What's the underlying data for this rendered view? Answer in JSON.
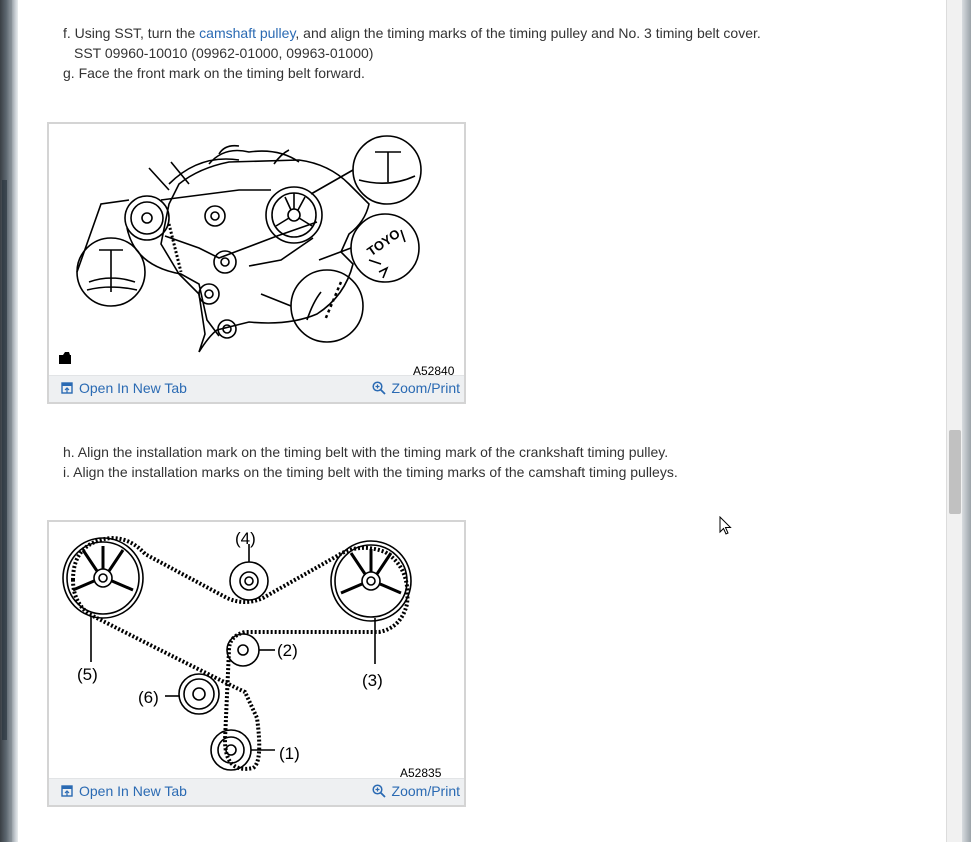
{
  "step_f": {
    "prefix": "f. Using SST, turn the ",
    "link": "camshaft pulley",
    "suffix": ", and align the timing marks of the timing pulley and No. 3 timing belt cover.",
    "sst": "SST 09960-10010 (09962-01000, 09963-01000)"
  },
  "step_g": "g. Face the front mark on the timing belt forward.",
  "figure1": {
    "code": "A52840",
    "stamp_text": "TOYO",
    "open_label": "Open In New Tab",
    "zoom_label": "Zoom/Print"
  },
  "step_h": "h. Align the installation mark on the timing belt with the timing mark of the crankshaft timing pulley.",
  "step_i": "i. Align the installation marks on the timing belt with the timing marks of the camshaft timing pulleys.",
  "figure2": {
    "code": "A52835",
    "labels": {
      "l1": "(1)",
      "l2": "(2)",
      "l3": "(3)",
      "l4": "(4)",
      "l5": "(5)",
      "l6": "(6)"
    },
    "open_label": "Open In New Tab",
    "zoom_label": "Zoom/Print"
  },
  "icons": {
    "open": "open-in-new-tab-icon",
    "zoom": "magnifier-plus-icon",
    "corner": "camera-icon"
  },
  "colors": {
    "link": "#2a6ab3",
    "toolbar_bg": "#eef0f2"
  }
}
